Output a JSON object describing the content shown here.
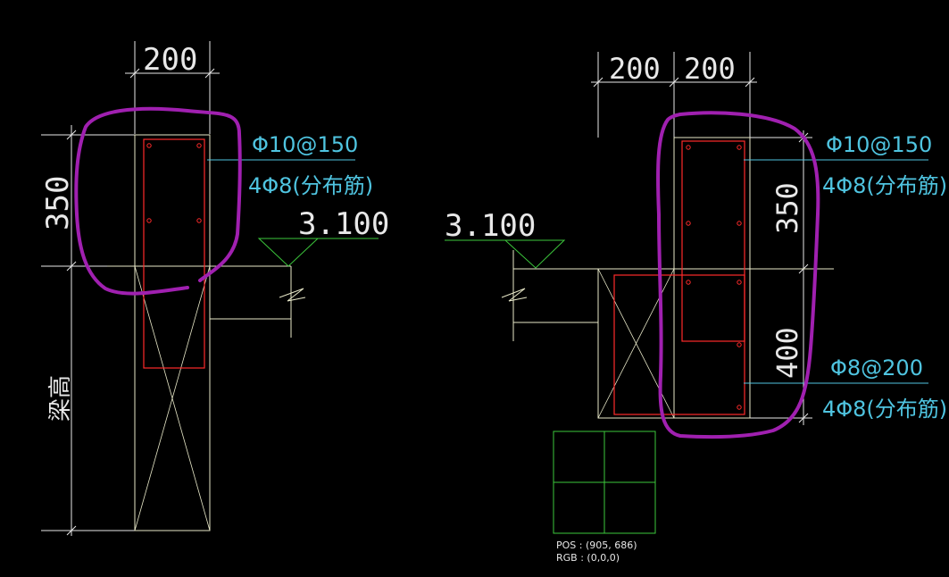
{
  "left_detail": {
    "width_dim": "200",
    "height_dim": "350",
    "beam_height_label": "梁高",
    "stirrup_label": "Φ10@150",
    "distribution_label": "4Φ8(分布筋)",
    "elevation_label": "3.100"
  },
  "right_detail": {
    "width_dim_1": "200",
    "width_dim_2": "200",
    "upper_height_dim": "350",
    "lower_height_dim": "400",
    "upper_stirrup_label": "Φ10@150",
    "upper_distribution_label": "4Φ8(分布筋)",
    "lower_stirrup_label": "Φ8@200",
    "lower_distribution_label": "4Φ8(分布筋)",
    "elevation_label": "3.100"
  },
  "pixel_inspector": {
    "pos_text": "POS : (905, 686)",
    "rgb_text": "RGB : (0,0,0)"
  },
  "colors": {
    "background": "#000000",
    "outline": "#e8e8c8",
    "rebar": "#ff2a2a",
    "annotation": "#4fc4e0",
    "elevation_marker": "#3cc83c",
    "markup_highlight": "#a020b0",
    "inspector_box": "#3cc83c"
  },
  "icons": {
    "elevation_marker": "triangle-elevation-icon",
    "break_line": "zigzag-break-icon"
  }
}
